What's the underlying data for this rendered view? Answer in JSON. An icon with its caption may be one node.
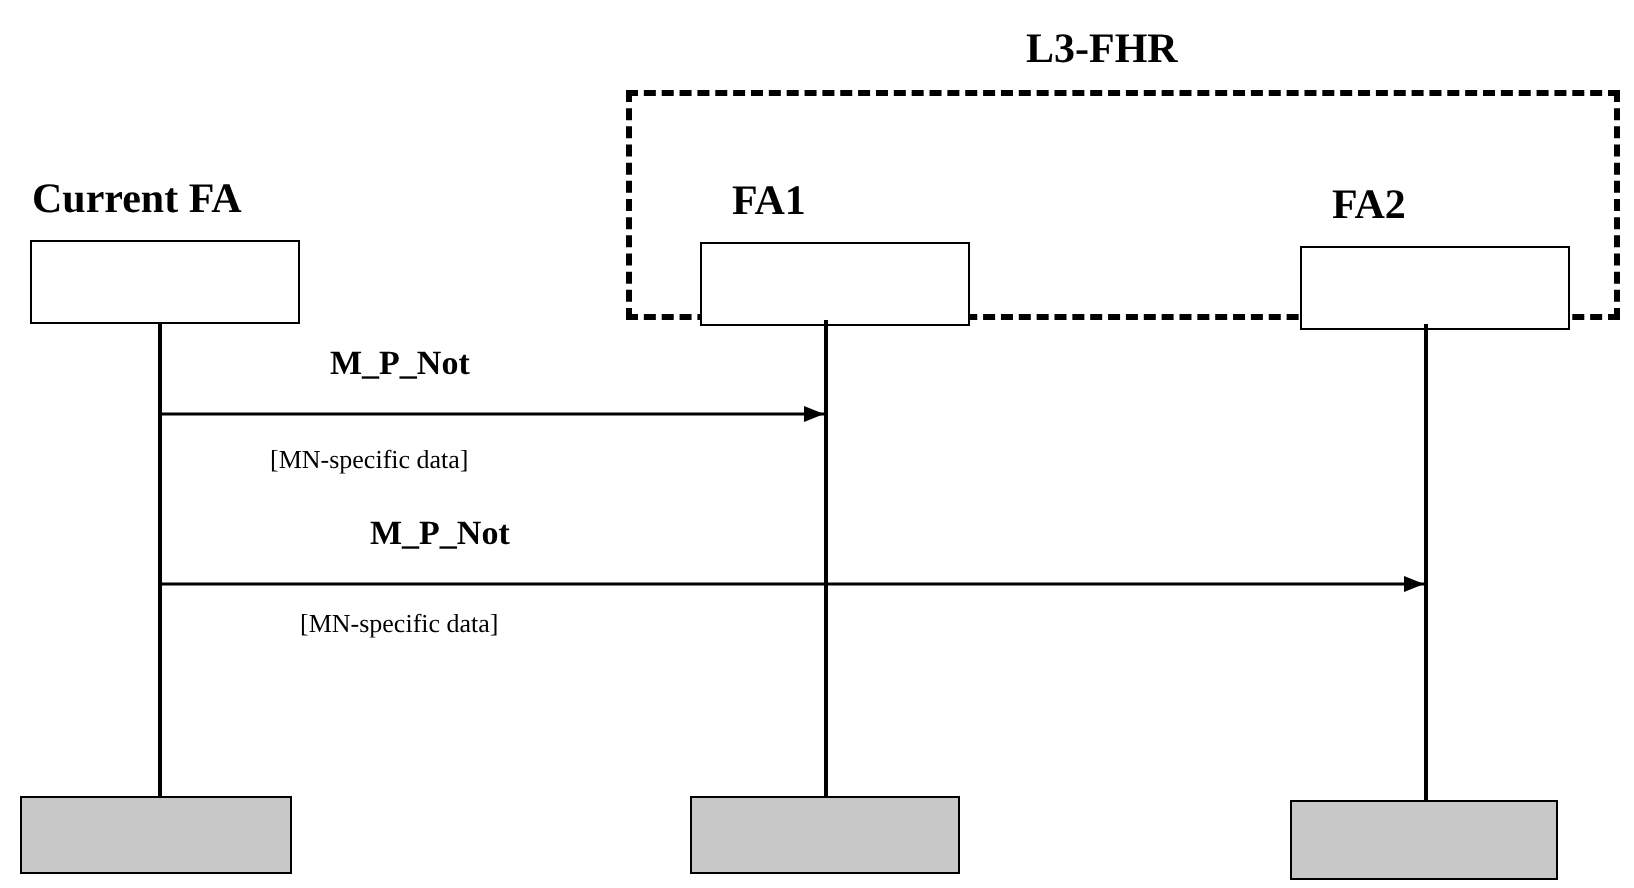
{
  "diagram": {
    "nodes": [
      {
        "text": [
          "L3-FHR"
        ]
      },
      {
        "text": [
          "Current FA"
        ]
      },
      {
        "text": [
          "FA1"
        ],
        "in": 0
      },
      {
        "text": [
          "FA2"
        ],
        "in": 0
      },
      {
        "text": [],
        "shape": "box"
      },
      {
        "text": [],
        "shape": "box"
      },
      {
        "text": [],
        "shape": "box"
      },
      {
        "text": [],
        "shape": "bar"
      },
      {
        "text": [],
        "shape": "bar"
      },
      {
        "text": [],
        "shape": "bar"
      }
    ],
    "edges": [
      {
        "from": 7,
        "to": 8,
        "arrow": "to",
        "label": "M_P_Not"
      },
      {
        "from": 7,
        "to": 9,
        "arrow": "to",
        "label": "M_P_Not"
      }
    ],
    "labels": [
      "[MN-specific data]",
      "[MN-specific data]"
    ]
  }
}
